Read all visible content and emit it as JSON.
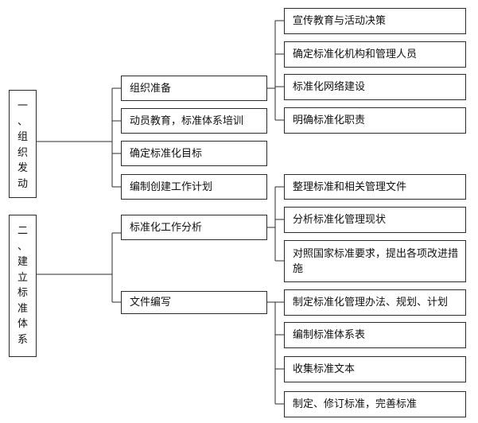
{
  "sections": [
    {
      "title": "一、组织发动",
      "children": [
        {
          "label": "组织准备",
          "details": [
            "宣传教育与活动决策",
            "确定标准化机构和管理人员",
            "标准化网络建设",
            "明确标准化职责"
          ]
        },
        {
          "label": "动员教育，标准体系培训",
          "details": []
        },
        {
          "label": "确定标准化目标",
          "details": []
        },
        {
          "label": "编制创建工作计划",
          "details": []
        }
      ]
    },
    {
      "title": "二、建立标准体系",
      "children": [
        {
          "label": "标准化工作分析",
          "details": [
            "整理标准和相关管理文件",
            "分析标准化管理现状",
            "对照国家标准要求，提出各项改进措施"
          ]
        },
        {
          "label": "文件编写",
          "details": [
            "制定标准化管理办法、规划、计划",
            "编制标准体系表",
            "收集标准文本",
            "制定、修订标准，完善标准"
          ]
        }
      ]
    }
  ]
}
